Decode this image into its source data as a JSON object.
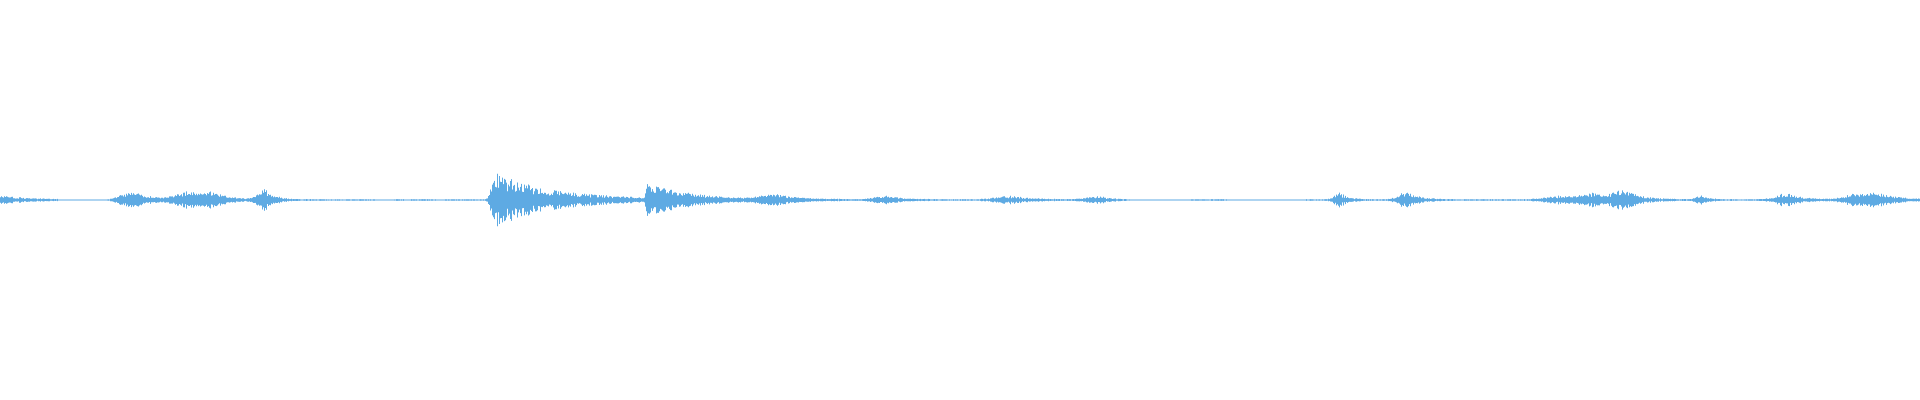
{
  "waveform": {
    "color": "#5eaae3",
    "baseline_fraction": 0.5,
    "samples": 1920,
    "events": [
      {
        "center": 0.003,
        "amp": 0.01,
        "decay": 0.012
      },
      {
        "center": 0.07,
        "amp": 0.018,
        "decay": 0.01
      },
      {
        "center": 0.098,
        "amp": 0.02,
        "decay": 0.008
      },
      {
        "center": 0.11,
        "amp": 0.018,
        "decay": 0.008
      },
      {
        "center": 0.138,
        "amp": 0.026,
        "decay": 0.005
      },
      {
        "center": 0.252,
        "amp": 0.07,
        "decay": 0.03,
        "attack": 0.002,
        "peak": 0.257
      },
      {
        "center": 0.337,
        "amp": 0.044,
        "decay": 0.02,
        "attack": 0.001,
        "peak": 0.337
      },
      {
        "center": 0.404,
        "amp": 0.014,
        "decay": 0.01
      },
      {
        "center": 0.462,
        "amp": 0.01,
        "decay": 0.008
      },
      {
        "center": 0.526,
        "amp": 0.01,
        "decay": 0.01
      },
      {
        "center": 0.574,
        "amp": 0.008,
        "decay": 0.01
      },
      {
        "center": 0.698,
        "amp": 0.018,
        "decay": 0.004
      },
      {
        "center": 0.733,
        "amp": 0.02,
        "decay": 0.006
      },
      {
        "center": 0.815,
        "amp": 0.01,
        "decay": 0.012
      },
      {
        "center": 0.83,
        "amp": 0.014,
        "decay": 0.008
      },
      {
        "center": 0.846,
        "amp": 0.024,
        "decay": 0.008
      },
      {
        "center": 0.886,
        "amp": 0.01,
        "decay": 0.004
      },
      {
        "center": 0.931,
        "amp": 0.016,
        "decay": 0.008
      },
      {
        "center": 0.966,
        "amp": 0.012,
        "decay": 0.008
      },
      {
        "center": 0.978,
        "amp": 0.016,
        "decay": 0.01
      }
    ],
    "gaps": [
      [
        0.03,
        0.06
      ],
      [
        0.195,
        0.205
      ],
      [
        0.575,
        0.62
      ],
      [
        0.64,
        0.68
      ]
    ],
    "noise_floor": 0.0015
  }
}
